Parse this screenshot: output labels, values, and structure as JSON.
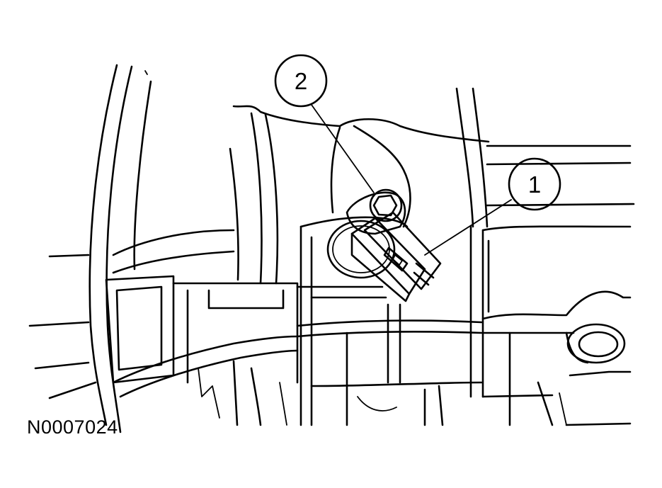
{
  "figure_id": "N0007024",
  "callouts": [
    {
      "number": "1"
    },
    {
      "number": "2"
    }
  ],
  "colors": {
    "line": "#000000",
    "background": "#ffffff"
  }
}
